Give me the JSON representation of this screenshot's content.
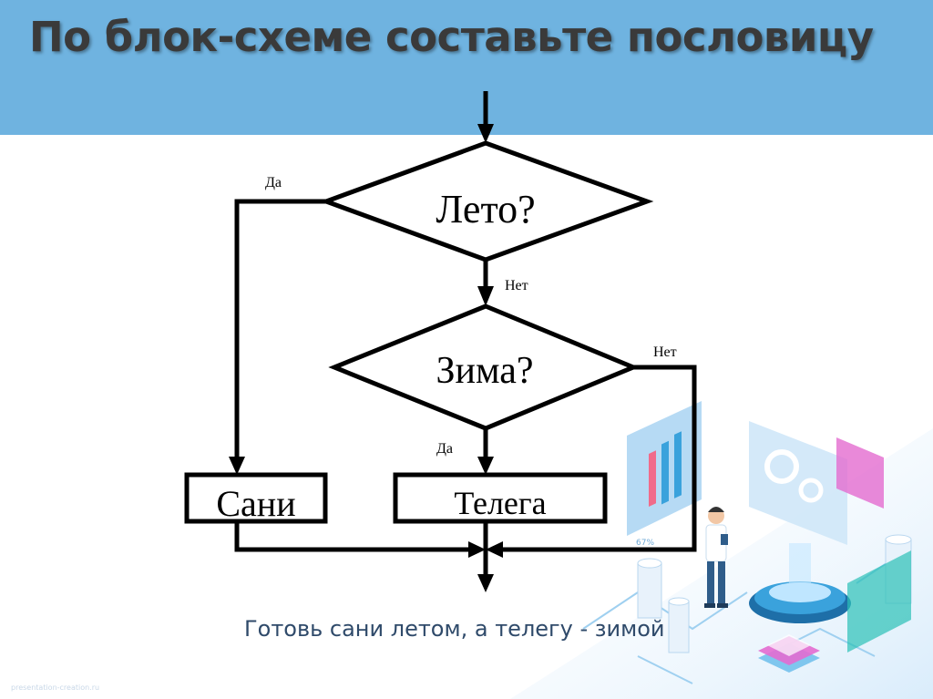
{
  "slide": {
    "title": "По блок-схеме составьте пословицу",
    "answer": "Готовь сани летом, а телегу - зимой",
    "footer_note": "presentation-creation.ru"
  },
  "flowchart": {
    "decision1": {
      "text": "Лето?",
      "yes_label": "Да",
      "no_label": "Нет"
    },
    "decision2": {
      "text": "Зима?",
      "yes_label": "Да",
      "no_label": "Нет"
    },
    "box_sani": "Сани",
    "box_telega": "Телега"
  },
  "illustration": {
    "percent_label": "67%"
  },
  "colors": {
    "header_bg": "#6fb3e0",
    "title_text": "#3a3a3a",
    "answer_text": "#2f4a6a",
    "diagram_stroke": "#000000"
  }
}
